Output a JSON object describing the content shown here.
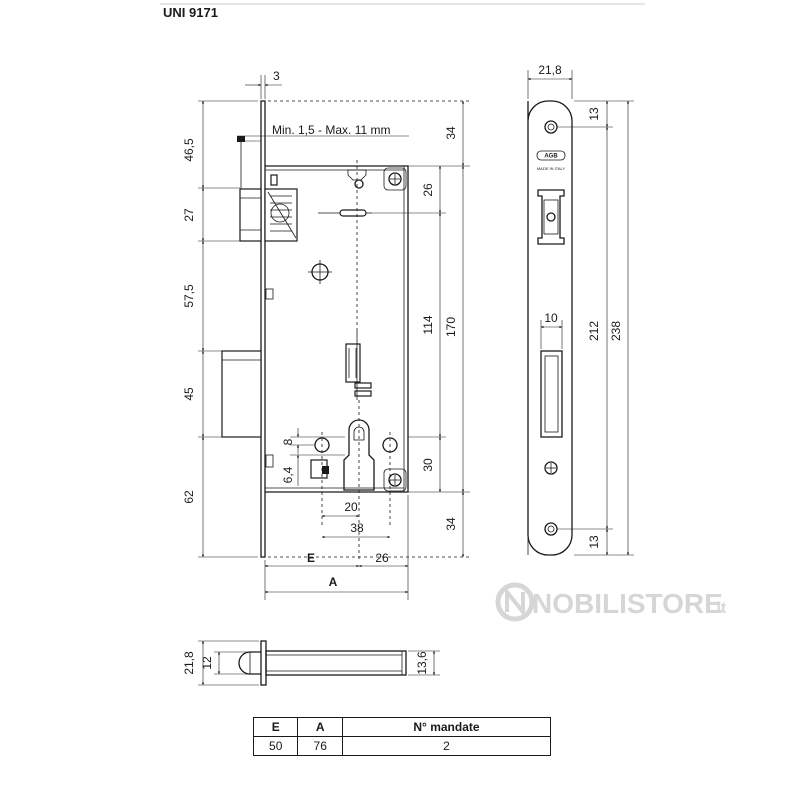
{
  "header": {
    "title": "UNI 9171"
  },
  "watermark": {
    "brand": "NOBILISTORE",
    "tld": ".it"
  },
  "front_view": {
    "dims": {
      "faceplate_thickness": "3",
      "door_range": "Min. 1,5 - Max. 11 mm",
      "left_46_5": "46,5",
      "left_27": "27",
      "left_57_5": "57,5",
      "left_45": "45",
      "left_62": "62",
      "right_34_top": "34",
      "right_26": "26",
      "right_114": "114",
      "right_170": "170",
      "right_30": "30",
      "right_34_bottom": "34",
      "cyl_8": "8",
      "cyl_6_4": "6,4",
      "bottom_20": "20",
      "bottom_38": "38",
      "bottom_26": "26",
      "label_E": "E",
      "label_A": "A"
    }
  },
  "strike_view": {
    "dims": {
      "width_21_8": "21,8",
      "top_13": "13",
      "hole_10": "10",
      "height_212": "212",
      "height_238": "238",
      "bottom_13": "13"
    },
    "logo": "AGB",
    "stamp": "MADE IN ITALY"
  },
  "bottom_view": {
    "dims": {
      "width_21_8": "21,8",
      "width_12": "12",
      "width_13_6": "13,6"
    }
  },
  "spec_table": {
    "headers": [
      "E",
      "A",
      "N° mandate"
    ],
    "rows": [
      [
        "50",
        "76",
        "2"
      ]
    ]
  }
}
